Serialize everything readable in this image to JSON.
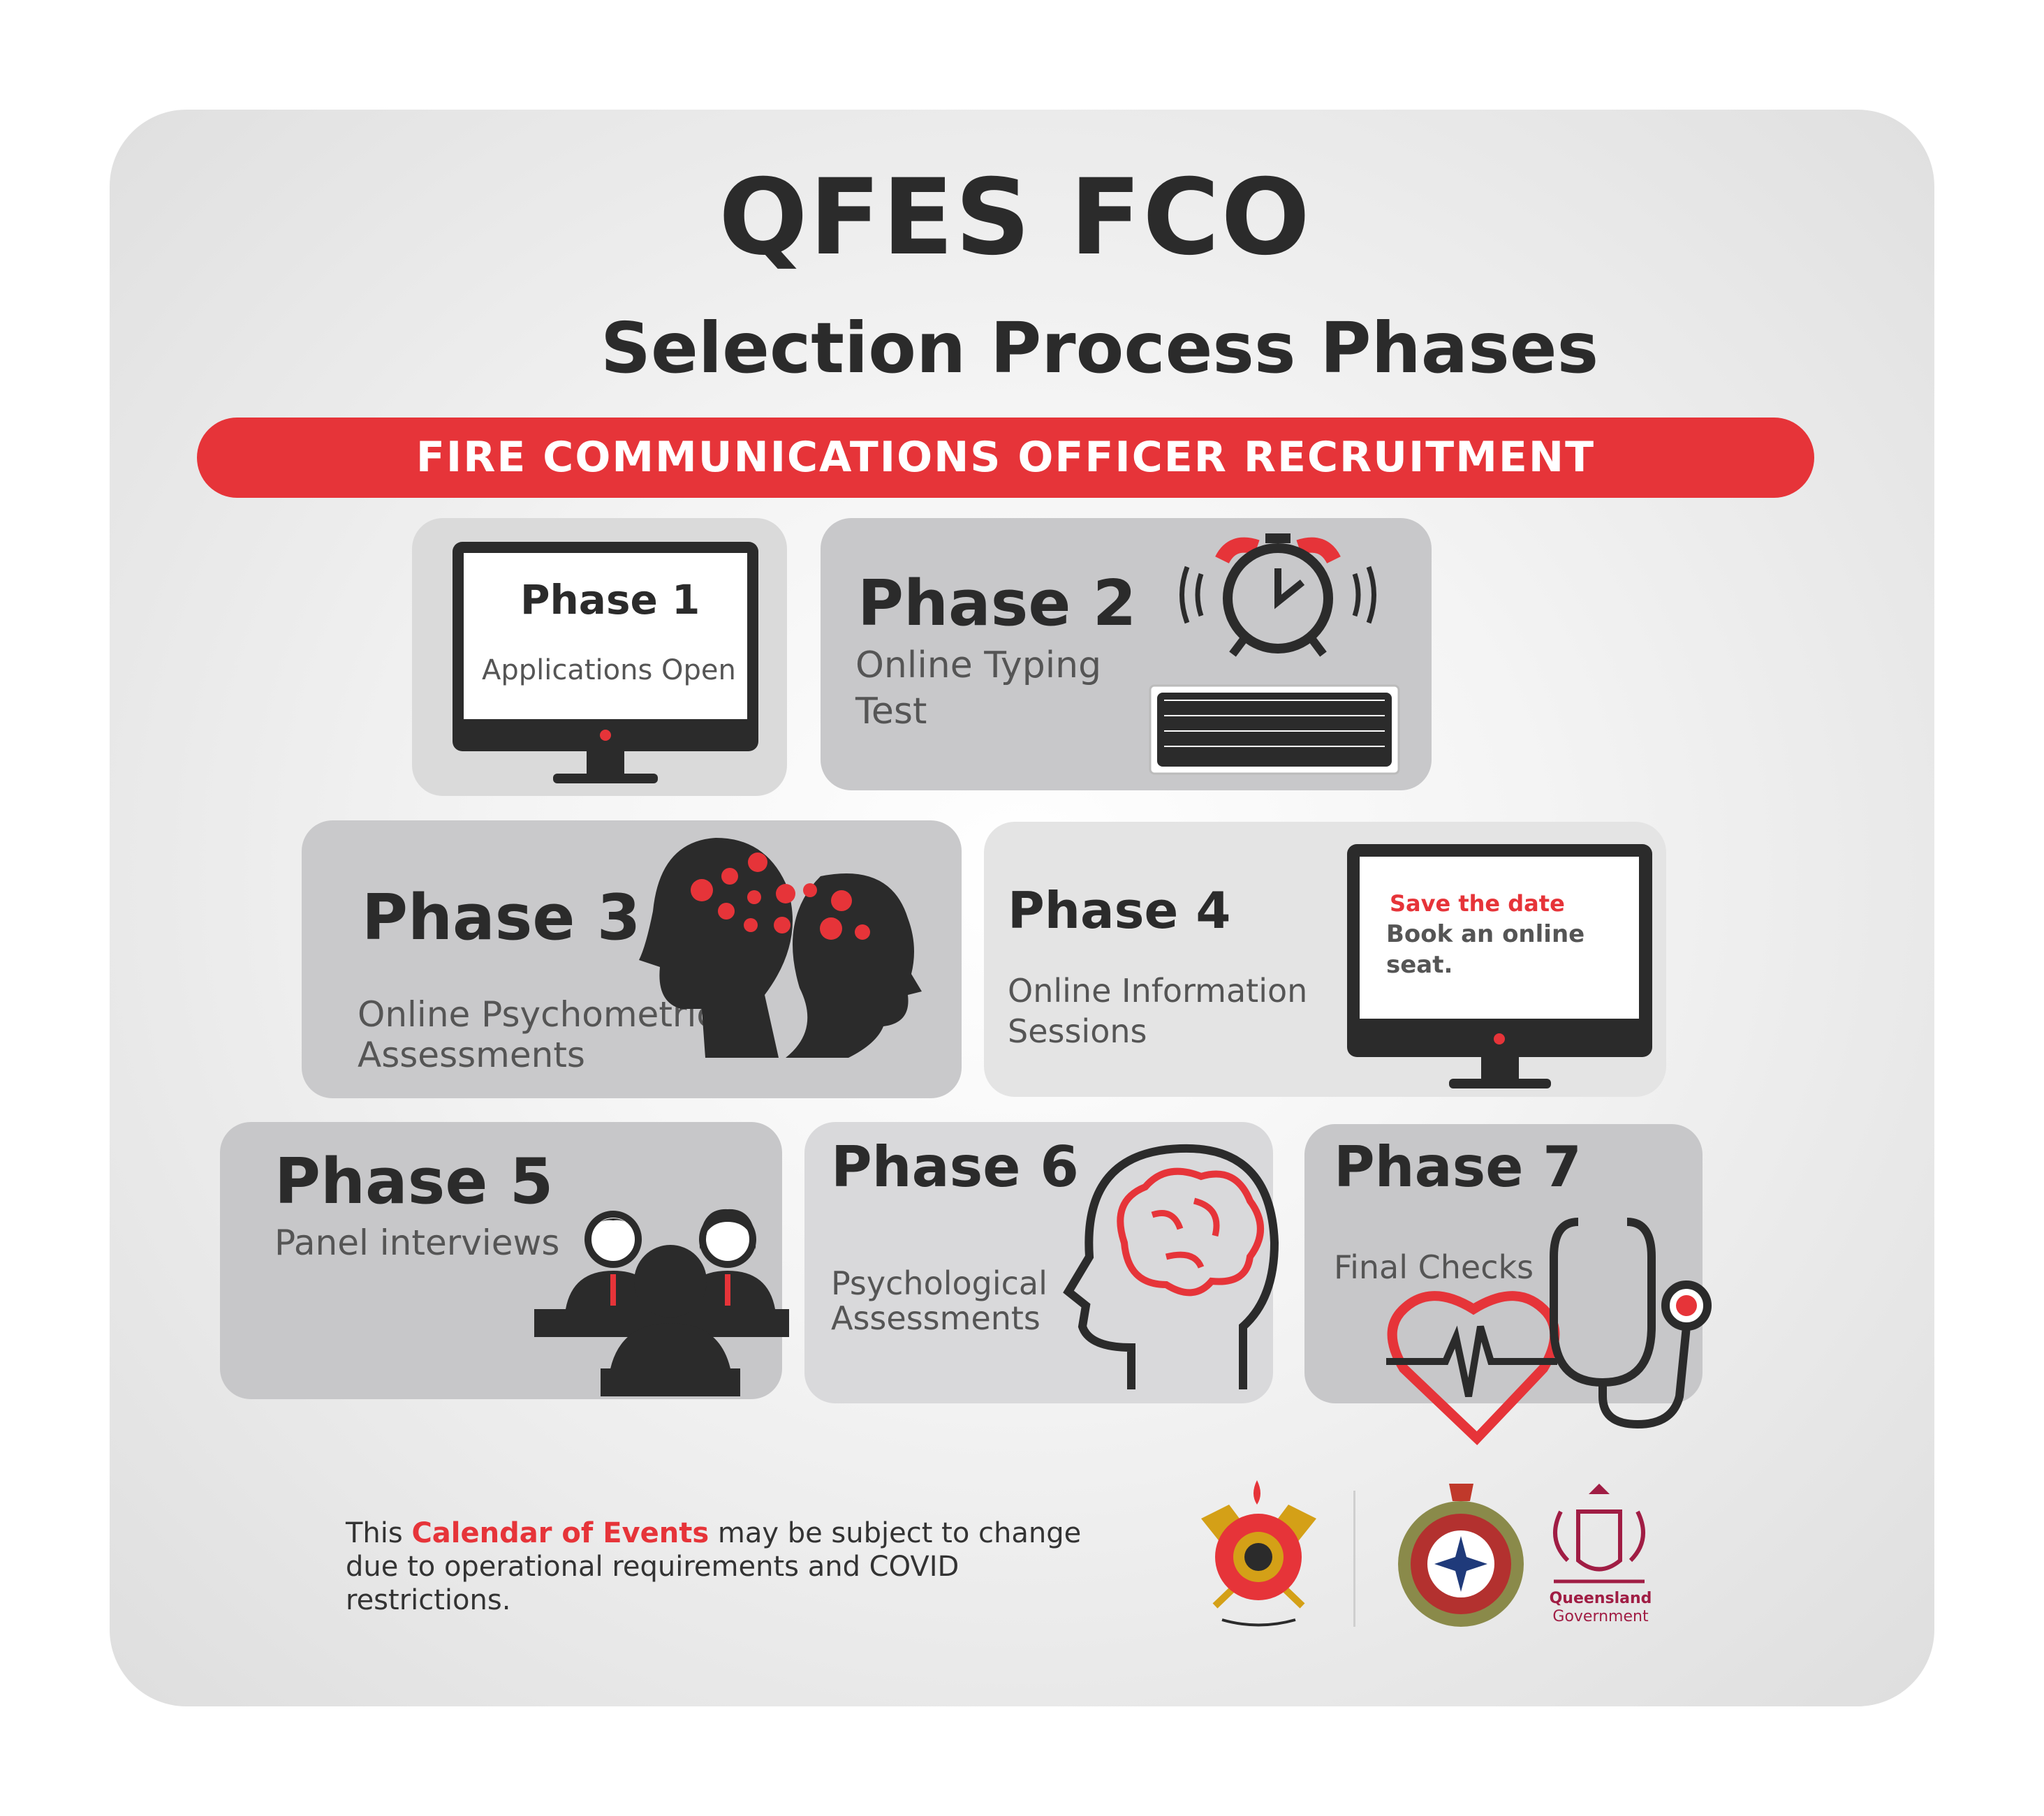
{
  "header": {
    "title": "QFES FCO",
    "subtitle": "Selection Process Phases",
    "banner": "FIRE COMMUNICATIONS OFFICER RECRUITMENT"
  },
  "phases": [
    {
      "label": "Phase 1",
      "desc": "Applications Open",
      "icon": "monitor-icon"
    },
    {
      "label": "Phase 2",
      "desc_line1": "Online Typing",
      "desc_line2": "Test",
      "icon": "alarm-clock-keyboard-icon"
    },
    {
      "label": "Phase 3",
      "desc_line1": "Online Psychometric",
      "desc_line2": "Assessments",
      "icon": "heads-gears-icon"
    },
    {
      "label": "Phase 4",
      "desc_line1": "Online Information",
      "desc_line2": "Sessions",
      "icon": "monitor-icon",
      "screen_line1": "Save the date",
      "screen_line2": "Book an online",
      "screen_line3": "seat."
    },
    {
      "label": "Phase 5",
      "desc": "Panel interviews",
      "icon": "interview-panel-icon"
    },
    {
      "label": "Phase 6",
      "desc_line1": "Psychological",
      "desc_line2": "Assessments",
      "icon": "brain-head-icon"
    },
    {
      "label": "Phase 7",
      "desc": "Final Checks",
      "icon": "stethoscope-heart-icon"
    }
  ],
  "footer": {
    "text_before": "This ",
    "highlight": "Calendar of Events",
    "text_after": " may be subject to change due to operational requirements and COVID restrictions.",
    "logos": [
      "qfes-emblem-logo",
      "qfes-crest-logo",
      "queensland-government-logo"
    ],
    "qg_line1": "Queensland",
    "qg_line2": "Government"
  },
  "colors": {
    "accent": "#e63439",
    "dark": "#2b2b2b",
    "card": "#dedede"
  }
}
